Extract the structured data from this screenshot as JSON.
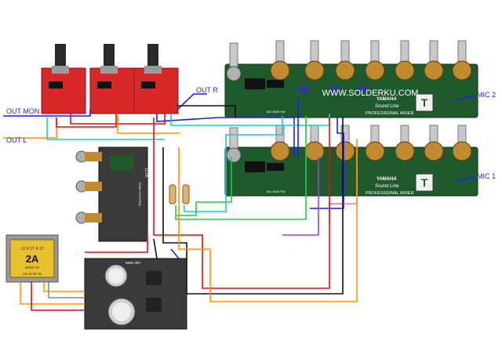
{
  "labels": {
    "out_mon": "OUT MON",
    "out_l": "OUT L",
    "out_r": "OUT R",
    "mic_2": "MIC 2",
    "mic_1": "MIC 1",
    "watermark": "WWW.SOLDERKU.COM"
  },
  "board_text": {
    "transformer_current": "2A",
    "transformer_taps": "12 9 CT 9 12",
    "transformer_freq": "50/60 Hz",
    "transformer_taps_bottom": "15 18 18 15",
    "mixer_brand": "YAMAHA",
    "mixer_series": "Sound Line",
    "mixer_type": "PROFESSIONAL MIXER",
    "tone_brand": "DTK",
    "tone_name": "TONE CONTROL",
    "psu_label": "6800 35V",
    "mixer_model": "MX-3009 FM",
    "mixer_logo_letter": "T"
  },
  "colors": {
    "wire_blue": "#1a1aff",
    "wire_red": "#e01010",
    "wire_orange": "#ff9900",
    "wire_cyan": "#22c8c8",
    "wire_green": "#22cc44",
    "wire_purple": "#a040e0",
    "wire_pink": "#ff66cc",
    "wire_black": "#111111",
    "wire_gray": "#888888",
    "pcb_red": "#d8282a",
    "pcb_green": "#1f5a2c",
    "pcb_gray": "#3a3a3a",
    "label_blue": "#2a2aa0",
    "watermark_white": "#ffffff"
  }
}
